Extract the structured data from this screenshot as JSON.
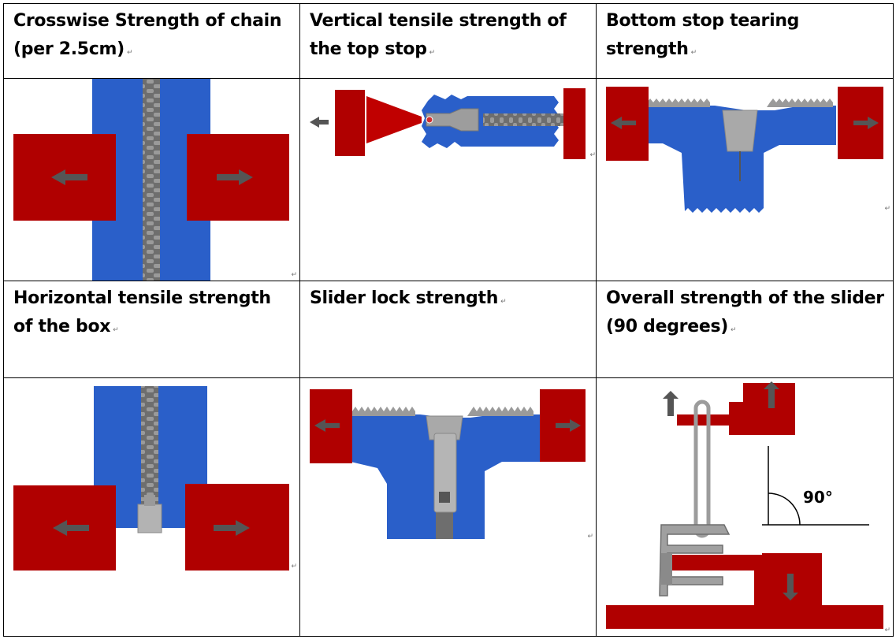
{
  "para_mark": "↵",
  "cells": {
    "c1": {
      "title": "Crosswise Strength of chain (per 2.5cm)"
    },
    "c2": {
      "title": "Vertical tensile strength of the top stop"
    },
    "c3": {
      "title": "Bottom stop tearing strength"
    },
    "c4": {
      "title": "Horizontal tensile strength of the box"
    },
    "c5": {
      "title": "Slider lock strength"
    },
    "c6": {
      "title": "Overall strength of the slider (90 degrees)",
      "angle_label": "90°"
    }
  },
  "colors": {
    "block_red": "#b00000",
    "tape_blue": "#2a5fc9",
    "teeth_gray": "#7d7d7d",
    "arrow_gray": "#555555",
    "metal": "#a9a9a9"
  }
}
